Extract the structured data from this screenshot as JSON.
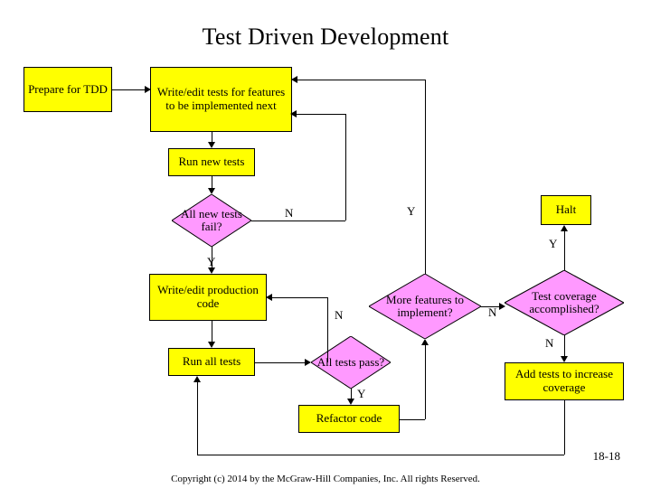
{
  "slide": {
    "title": "Test Driven Development",
    "slide_number": "18-18",
    "copyright": "Copyright (c) 2014 by the McGraw-Hill Companies, Inc. All rights Reserved."
  },
  "colors": {
    "process_fill": "#ffff00",
    "decision_fill": "#ff99ff",
    "outline": "#000000",
    "background": "#ffffff"
  },
  "flowchart": {
    "type": "flowchart",
    "nodes": [
      {
        "id": "prepare",
        "label": "Prepare for TDD",
        "shape": "rect",
        "fill": "#ffff00"
      },
      {
        "id": "write_tests",
        "label": "Write/edit tests for features to be implemented next",
        "shape": "rect",
        "fill": "#ffff00"
      },
      {
        "id": "run_new_tests",
        "label": "Run new tests",
        "shape": "rect",
        "fill": "#ffff00"
      },
      {
        "id": "all_new_fail",
        "label": "All new tests fail?",
        "shape": "diamond",
        "fill": "#ff99ff"
      },
      {
        "id": "write_prod",
        "label": "Write/edit production code",
        "shape": "rect",
        "fill": "#ffff00"
      },
      {
        "id": "run_all_tests",
        "label": "Run all tests",
        "shape": "rect",
        "fill": "#ffff00"
      },
      {
        "id": "all_tests_pass",
        "label": "All tests pass?",
        "shape": "diamond",
        "fill": "#ff99ff"
      },
      {
        "id": "refactor",
        "label": "Refactor code",
        "shape": "rect",
        "fill": "#ffff00"
      },
      {
        "id": "more_features",
        "label": "More features to implement?",
        "shape": "diamond",
        "fill": "#ff99ff"
      },
      {
        "id": "coverage",
        "label": "Test coverage accomplished?",
        "shape": "diamond",
        "fill": "#ff99ff"
      },
      {
        "id": "add_tests",
        "label": "Add tests to increase coverage",
        "shape": "rect",
        "fill": "#ffff00"
      },
      {
        "id": "halt",
        "label": "Halt",
        "shape": "rect",
        "fill": "#ffff00"
      }
    ],
    "edge_labels": [
      {
        "id": "lbl_n_allnewfail",
        "text": "N"
      },
      {
        "id": "lbl_y_allnewfail",
        "text": "Y"
      },
      {
        "id": "lbl_y_morefeat",
        "text": "Y"
      },
      {
        "id": "lbl_y_halt",
        "text": "Y"
      },
      {
        "id": "lbl_n_alltestspass",
        "text": "N"
      },
      {
        "id": "lbl_y_alltestspass",
        "text": "Y"
      },
      {
        "id": "lbl_n_morefeat",
        "text": "N"
      },
      {
        "id": "lbl_n_coverage",
        "text": "N"
      }
    ]
  }
}
